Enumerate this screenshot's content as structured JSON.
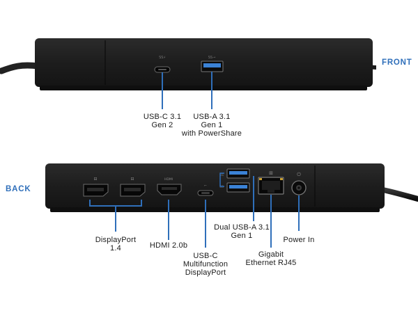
{
  "views": {
    "front": {
      "label": "FRONT",
      "ports": [
        {
          "name": "USB-C 3.1",
          "line2": "Gen 2",
          "line3": ""
        },
        {
          "name": "USB-A 3.1",
          "line2": "Gen 1",
          "line3": "with PowerShare"
        }
      ]
    },
    "back": {
      "label": "BACK",
      "ports": [
        {
          "name": "DisplayPort",
          "line2": "1.4",
          "line3": ""
        },
        {
          "name": "HDMI 2.0b",
          "line2": "",
          "line3": ""
        },
        {
          "name": "USB-C",
          "line2": "Multifunction",
          "line3": "DisplayPort"
        },
        {
          "name": "Dual USB-A 3.1",
          "line2": "Gen 1",
          "line3": ""
        },
        {
          "name": "Gigabit",
          "line2": "Ethernet RJ45",
          "line3": ""
        },
        {
          "name": "Power In",
          "line2": "",
          "line3": ""
        }
      ]
    }
  },
  "colors": {
    "dock_body": "#1c1c1c",
    "dock_edge": "#2a2a2a",
    "accent_line": "#2f6fba",
    "label_text": "#1a1a1a",
    "port_blue": "#3b82d6"
  },
  "icons": {
    "front_usb_c": "usb-c-port-icon",
    "front_usb_a": "usb-a-port-icon",
    "back_dp": "displayport-icon",
    "back_hdmi": "hdmi-port-icon",
    "back_usb_c": "usb-c-port-icon",
    "back_usb_a": "usb-a-port-icon",
    "back_rj45": "ethernet-port-icon",
    "back_power": "power-jack-icon"
  }
}
